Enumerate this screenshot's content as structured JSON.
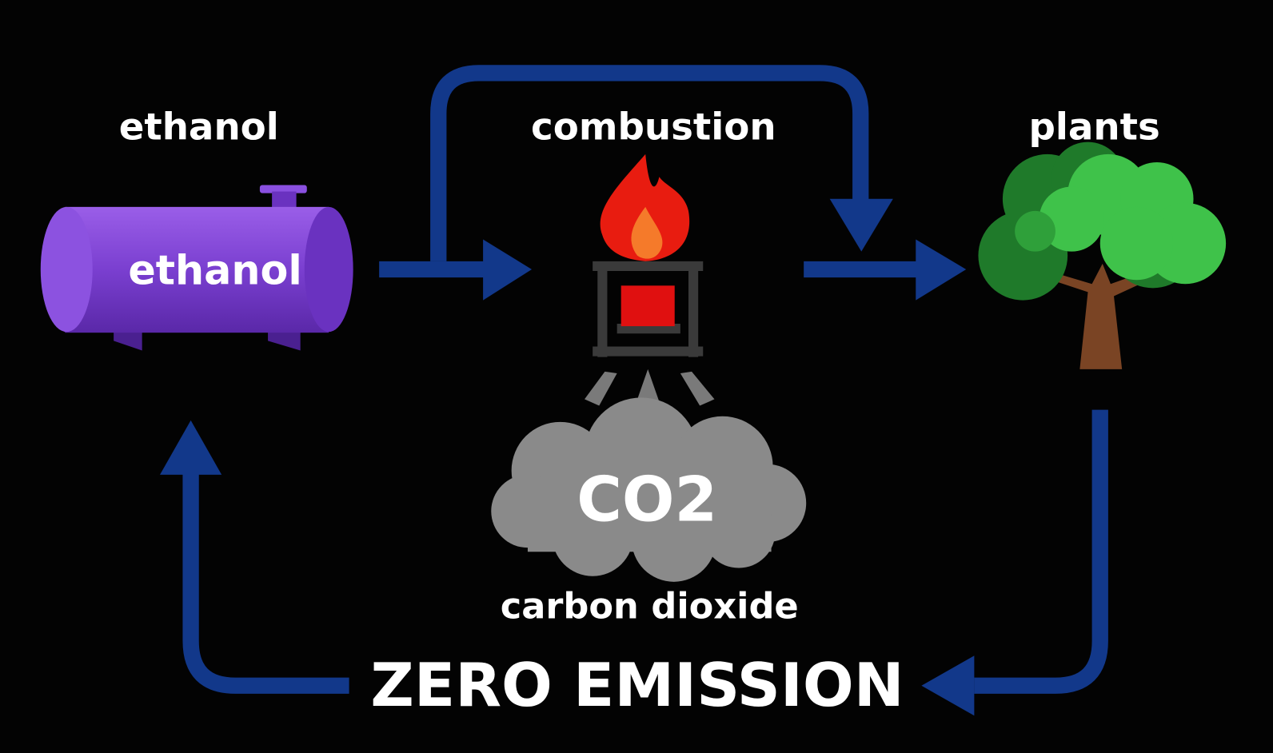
{
  "labels": {
    "ethanol_heading": "ethanol",
    "combustion_heading": "combustion",
    "plants_heading": "plants",
    "tank_label": "ethanol",
    "cloud_label": "CO2",
    "cloud_caption": "carbon dioxide",
    "footer": "ZERO EMISSION"
  },
  "colors": {
    "background": "#030303",
    "arrow": "#12388a",
    "tank": "#7a3fd0",
    "flame_outer": "#e81c10",
    "flame_inner": "#f57a2a",
    "cloud": "#8a8a8a",
    "tree_dark": "#1f7a2a",
    "tree_light": "#3fc24a",
    "trunk": "#7a4424"
  }
}
